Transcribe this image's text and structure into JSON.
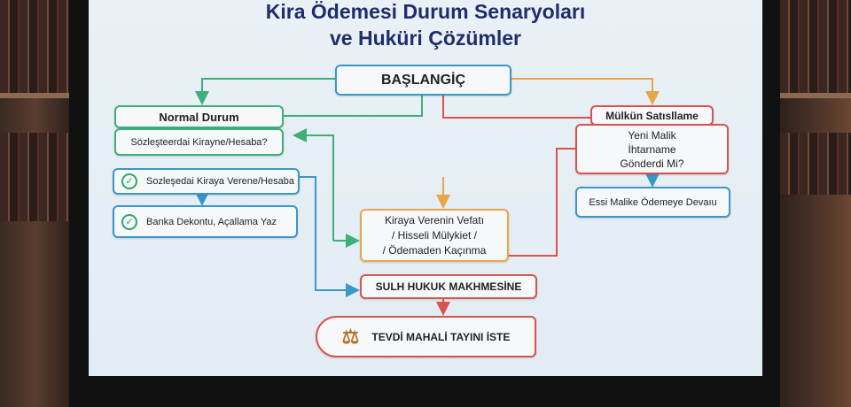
{
  "title": {
    "line1": "Kira Ödemesi Durum Senaryoları",
    "line2": "ve Huküri Çözümler"
  },
  "nodes": {
    "start": "BAŞLANGİÇ",
    "normal": "Normal Durum",
    "normal_question": "Sözleşteerdai Kirayne/Hesaba?",
    "check1": "Sozleşedai Kiraya Verene/Hesaba",
    "check2": "Banka Dekontu, Açallama Yaz",
    "sale": "Mülkün Satısllame",
    "sale_q1": "Yeni Malik",
    "sale_q2": "İhtarname",
    "sale_q3": "Gönderdi Mi?",
    "new_owner": "Essi Malike Ödemeye Devaıu",
    "death1": "Kiraya Verenin Vefatı",
    "death2": "/ Hisseli Mülykiet /",
    "death3": "/ Ödemaden Kaçınma",
    "court": "SULH HUKUK MAKHMESİNE",
    "deposit": "TEVDİ MAHALİ TAYINI İSTE"
  },
  "colors": {
    "green": "#3fae7a",
    "blue": "#3a98c9",
    "red": "#d9534f",
    "orange": "#e8a64a",
    "title": "#1f2d6b"
  },
  "icons": {
    "check": "check-circle-icon",
    "gavel": "gavel-icon"
  }
}
